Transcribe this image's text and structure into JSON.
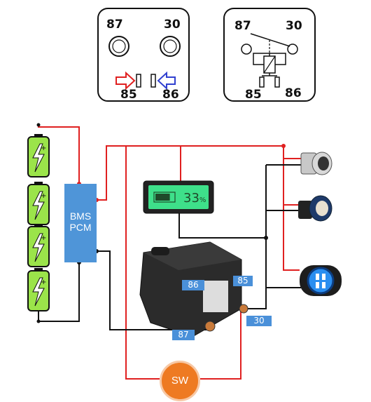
{
  "pinout_socket": {
    "pin87": "87",
    "pin30": "30",
    "pin85": "85",
    "pin86": "86"
  },
  "pinout_schematic": {
    "pin87": "87",
    "pin30": "30",
    "pin85": "85",
    "pin86": "86"
  },
  "bms": {
    "line1": "BMS",
    "line2": "PCM"
  },
  "relay_labels": {
    "pin86": "86",
    "pin85": "85",
    "pin87": "87",
    "pin30": "30"
  },
  "meter": {
    "percent": "33",
    "unit": "%",
    "battery_level": 0.33
  },
  "switch": {
    "label": "SW"
  },
  "colors": {
    "positive_wire": "#e02020",
    "negative_wire": "#111111",
    "label_bg": "#4a90d9",
    "bms_bg": "#4f95d8",
    "switch": "#ee7a22",
    "cell": "#9be44a"
  }
}
